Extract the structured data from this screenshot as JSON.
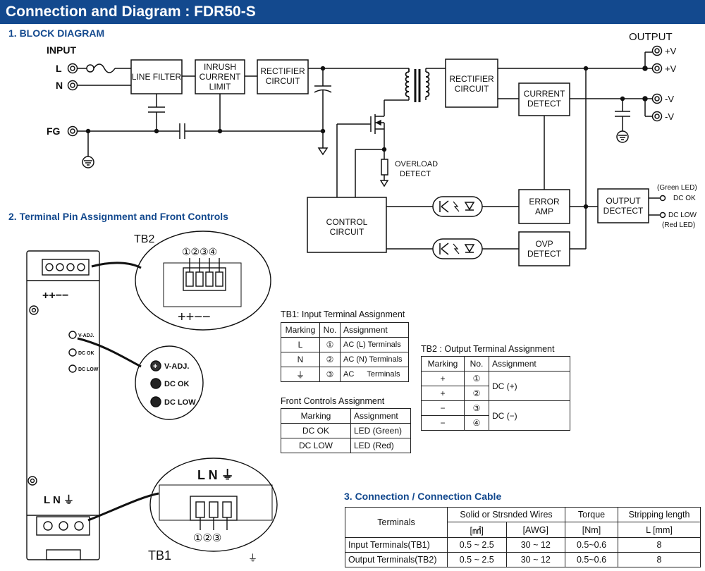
{
  "header": {
    "title": "Connection and Diagram : FDR50-S"
  },
  "sections": {
    "block": "1. BLOCK DIAGRAM",
    "terminal": "2. Terminal Pin Assignment and Front Controls",
    "connection": "3. Connection / Connection Cable"
  },
  "block_diagram": {
    "input": "INPUT",
    "output": "OUTPUT",
    "L": "L",
    "N": "N",
    "FG": "FG",
    "line_filter": "LINE FILTER",
    "inrush": [
      "INRUSH",
      "CURRENT",
      "LIMIT"
    ],
    "rectifier1": [
      "RECTIFIER",
      "CIRCUIT"
    ],
    "rectifier2": [
      "RECTIFIER",
      "CIRCUIT"
    ],
    "current_detect": [
      "CURRENT",
      "DETECT"
    ],
    "overload": [
      "OVERLOAD",
      "DETECT"
    ],
    "control": [
      "CONTROL",
      "CIRCUIT"
    ],
    "error_amp": [
      "ERROR",
      "AMP"
    ],
    "ovp": [
      "OVP",
      "DETECT"
    ],
    "output_detect": [
      "OUTPUT",
      "DECTECT"
    ],
    "plus_v": "+V",
    "minus_v": "-V",
    "green_led": "(Green LED)",
    "dc_ok": "DC OK",
    "dc_low": "DC LOW",
    "red_led": "(Red LED)"
  },
  "front_panel": {
    "tb2": "TB2",
    "tb1": "TB1",
    "tb2_signs": "++−−",
    "tb2_nums": "①②③④",
    "tb1_nums": "①②③",
    "tb1_labels": "L N ⏚",
    "v_adj": "V-ADJ.",
    "dc_ok": "DC OK",
    "dc_low": "DC LOW",
    "v_adj_big": "V-ADJ.",
    "dc_ok_big": "DC OK",
    "dc_low_big": "DC LOW",
    "panel_signs": "++−−",
    "panel_lnfg": "L  N  ⏚"
  },
  "tb1_table": {
    "caption": "TB1: Input Terminal Assignment",
    "headers": [
      "Marking",
      "No.",
      "Assignment"
    ],
    "rows": [
      [
        "L",
        "①",
        "AC (L) Terminals"
      ],
      [
        "N",
        "②",
        "AC (N) Terminals"
      ],
      [
        "⏚",
        "③",
        "AC      Terminals"
      ]
    ]
  },
  "tb2_table": {
    "caption": "TB2 : Output Terminal Assignment",
    "headers": [
      "Marking",
      "No.",
      "Assignment"
    ],
    "rows": [
      [
        "+",
        "①"
      ],
      [
        "+",
        "②"
      ],
      [
        "−",
        "③"
      ],
      [
        "−",
        "④"
      ]
    ],
    "dc_plus": "DC (+)",
    "dc_minus": "DC (−)"
  },
  "front_table": {
    "caption": "Front Controls Assignment",
    "headers": [
      "Marking",
      "Assignment"
    ],
    "rows": [
      [
        "DC OK",
        "LED (Green)"
      ],
      [
        "DC LOW",
        "LED (Red)"
      ]
    ]
  },
  "cable_table": {
    "headers": {
      "terminals": "Terminals",
      "wires": "Solid or Strsnded Wires",
      "torque": "Torque",
      "strip": "Stripping length",
      "mm2": "[㎟]",
      "awg": "[AWG]",
      "nm": "[Nm]",
      "lmm": "L [mm]"
    },
    "rows": [
      [
        "Input Terminals(TB1)",
        "0.5 ~ 2.5",
        "30 ~ 12",
        "0.5~0.6",
        "8"
      ],
      [
        "Output Terminals(TB2)",
        "0.5 ~ 2.5",
        "30 ~ 12",
        "0.5~0.6",
        "8"
      ]
    ]
  }
}
